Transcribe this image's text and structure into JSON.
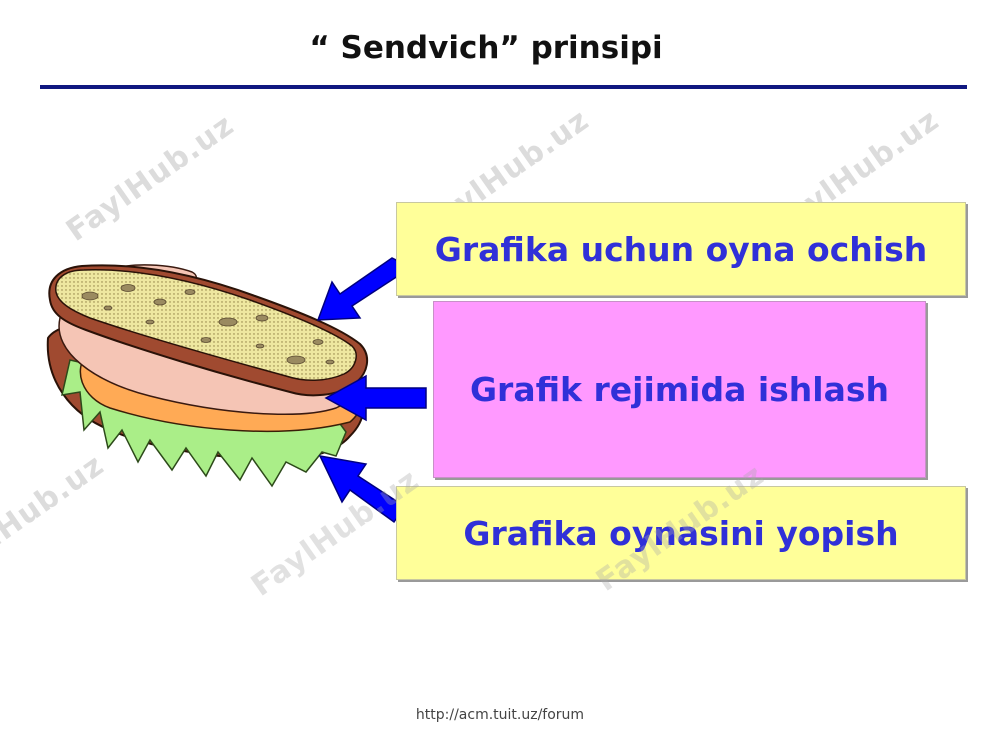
{
  "title": "“ Sendvich”  prinsipi",
  "boxes": {
    "top": "Grafika  uchun  oyna  ochish",
    "middle": "Grafik rejimida  ishlash",
    "bottom": "Grafika oynasini  yopish"
  },
  "watermark": "FaylHub.uz",
  "footer": "http://acm.tuit.uz/forum",
  "colors": {
    "rule": "#101880",
    "box_text": "#3030d8",
    "box_yellow": "#ffff99",
    "box_pink": "#ff99ff",
    "arrow": "#0000ff"
  },
  "illustration": "sandwich-icon"
}
